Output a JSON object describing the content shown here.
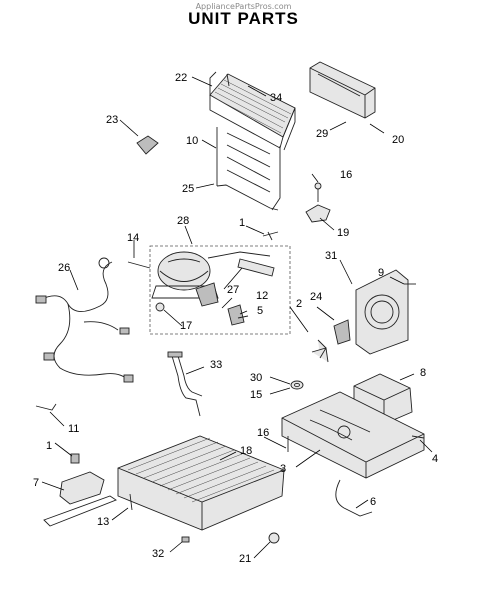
{
  "header": {
    "watermark": "AppliancePartsPros.com",
    "title": "UNIT PARTS"
  },
  "callouts": [
    "22",
    "34",
    "29",
    "20",
    "23",
    "10",
    "25",
    "16",
    "19",
    "28",
    "1",
    "14",
    "26",
    "9",
    "31",
    "27",
    "12",
    "2",
    "24",
    "5",
    "17",
    "33",
    "30",
    "8",
    "15",
    "11",
    "16",
    "4",
    "1",
    "18",
    "3",
    "7",
    "6",
    "13",
    "32",
    "21"
  ]
}
